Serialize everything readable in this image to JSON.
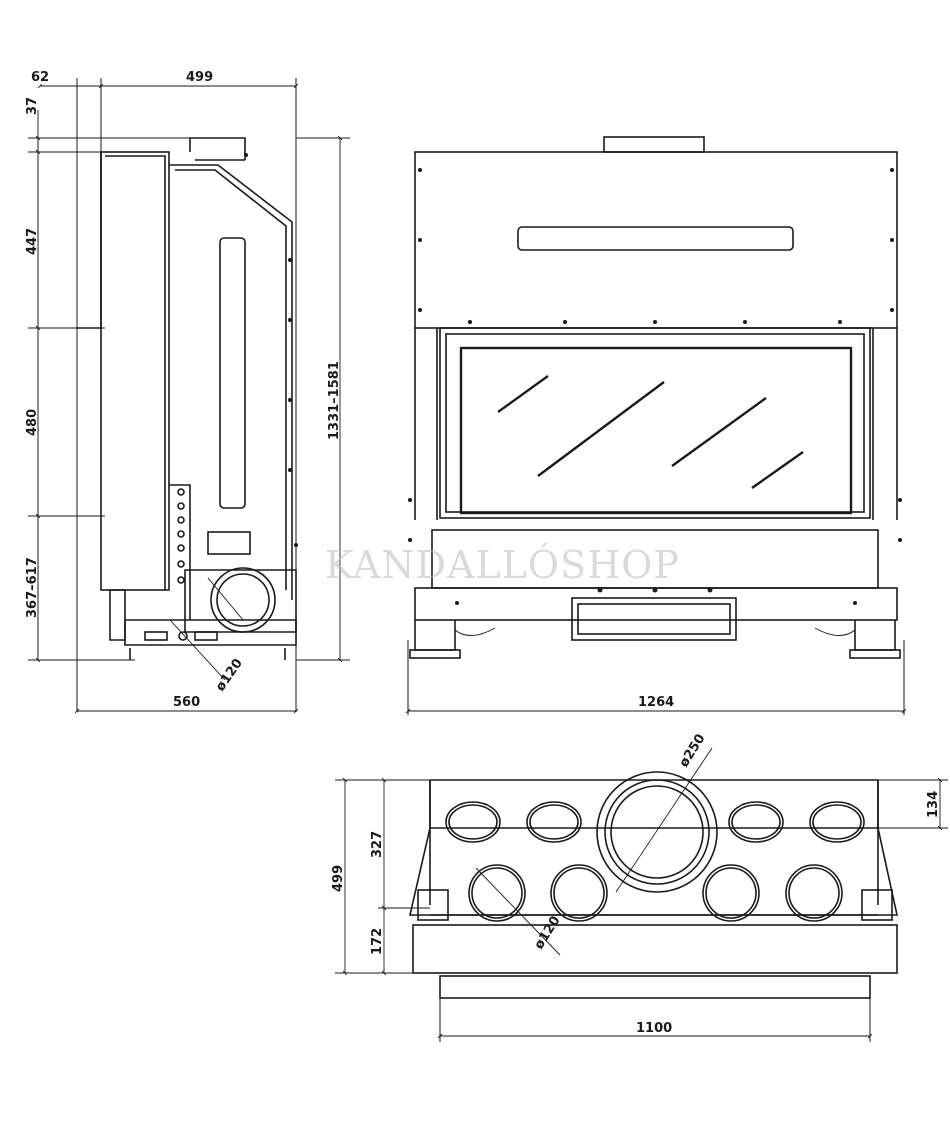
{
  "watermark": "KANDALLÓSHOP",
  "side_view": {
    "dims": {
      "top_offset": "62",
      "top_depth": "499",
      "d37": "37",
      "d447": "447",
      "d480": "480",
      "d367_617": "367–617",
      "height_range": "1331–1581",
      "depth_560": "560",
      "flue_dia": "ø120"
    }
  },
  "front_view": {
    "dims": {
      "width_1264": "1264"
    }
  },
  "top_view": {
    "dims": {
      "dia_250": "ø250",
      "dia_120": "ø120",
      "d134": "134",
      "d327": "327",
      "d499": "499",
      "d172": "172",
      "width_1100": "1100"
    }
  },
  "colors": {
    "line": "#1a1a1a",
    "watermark": "#bdbdbd",
    "background": "#ffffff"
  }
}
